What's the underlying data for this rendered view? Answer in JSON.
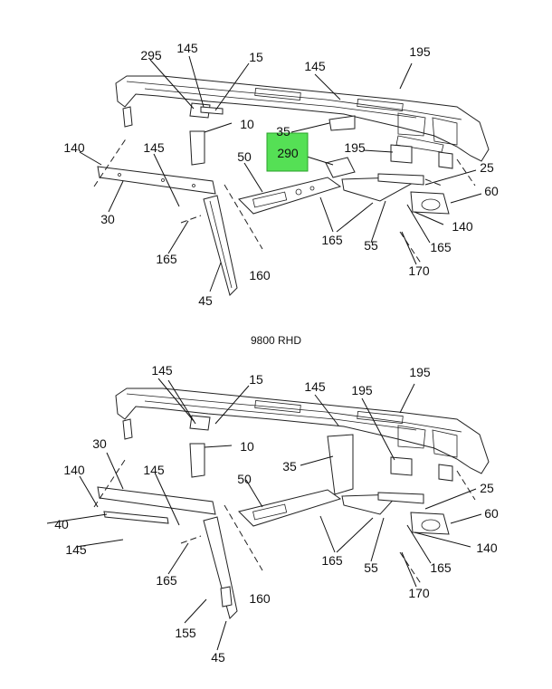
{
  "caption": "9800 RHD",
  "highlight": {
    "label": "290",
    "color": "#55e055"
  },
  "top_labels": [
    "295",
    "145",
    "15",
    "145",
    "195",
    "10",
    "35",
    "140",
    "145",
    "195",
    "50",
    "25",
    "60",
    "30",
    "165",
    "140",
    "165",
    "55",
    "165",
    "160",
    "45",
    "170"
  ],
  "bottom_labels": [
    "145",
    "15",
    "145",
    "195",
    "195",
    "30",
    "10",
    "140",
    "145",
    "35",
    "50",
    "25",
    "40",
    "60",
    "145",
    "165",
    "165",
    "55",
    "140",
    "165",
    "160",
    "155",
    "170",
    "45"
  ]
}
